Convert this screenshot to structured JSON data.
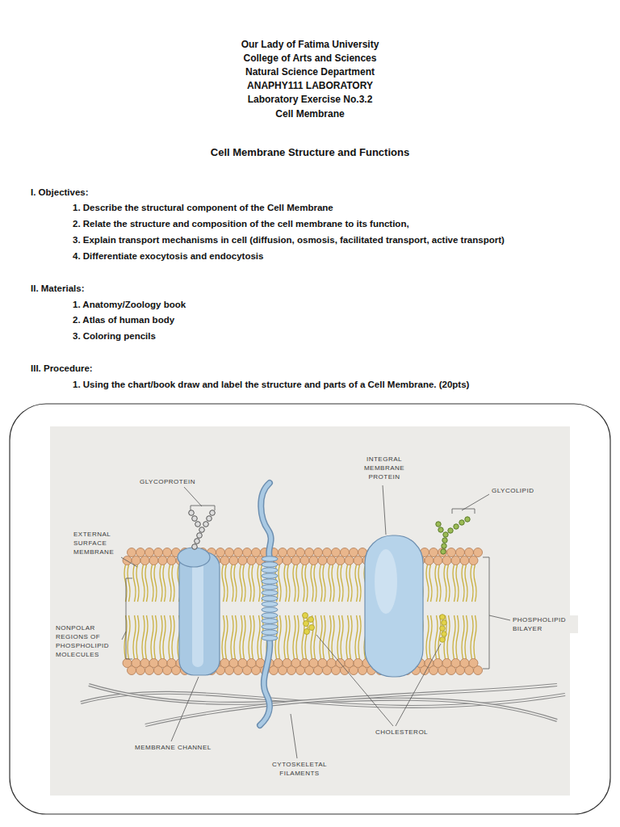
{
  "diagram": {
    "title": "Cell Membrane Structure and Functions",
    "labels": [
      "Our Lady of Fatima University",
      "College of Arts and Sciences",
      "Natural Science Department",
      "ANAPHY111 LABORATORY",
      "Laboratory Exercise No.3.2",
      "Cell Membrane",
      "I. Objectives:",
      "1. Describe the structural component of the Cell Membrane",
      "2. Relate the structure and composition of the cell membrane to its function,",
      "3. Explain transport mechanisms in cell (diffusion, osmosis, facilitated transport, active transport)",
      "4. Differentiate exocytosis and endocytosis",
      "II. Materials:",
      "1. Anatomy/Zoology book",
      "2. Atlas of human body",
      "3. Coloring pencils",
      "III. Procedure:",
      "1. Using the chart/book draw and label the structure and parts of a Cell Membrane. (20pts)",
      "GLYCOPROTEIN",
      "INTEGRAL MEMBRANE PROTEIN",
      "GLYCOLIPID",
      "EXTERNAL SURFACE MEMBRANE",
      "PHOSPHOLIPID BILAYER",
      "NONPOLAR REGIONS OF PHOSPHOLIPID MOLECULES",
      "MEMBRANE CHANNEL",
      "CYTOSKELETAL FILAMENTS",
      "CHOLESTEROL"
    ]
  }
}
